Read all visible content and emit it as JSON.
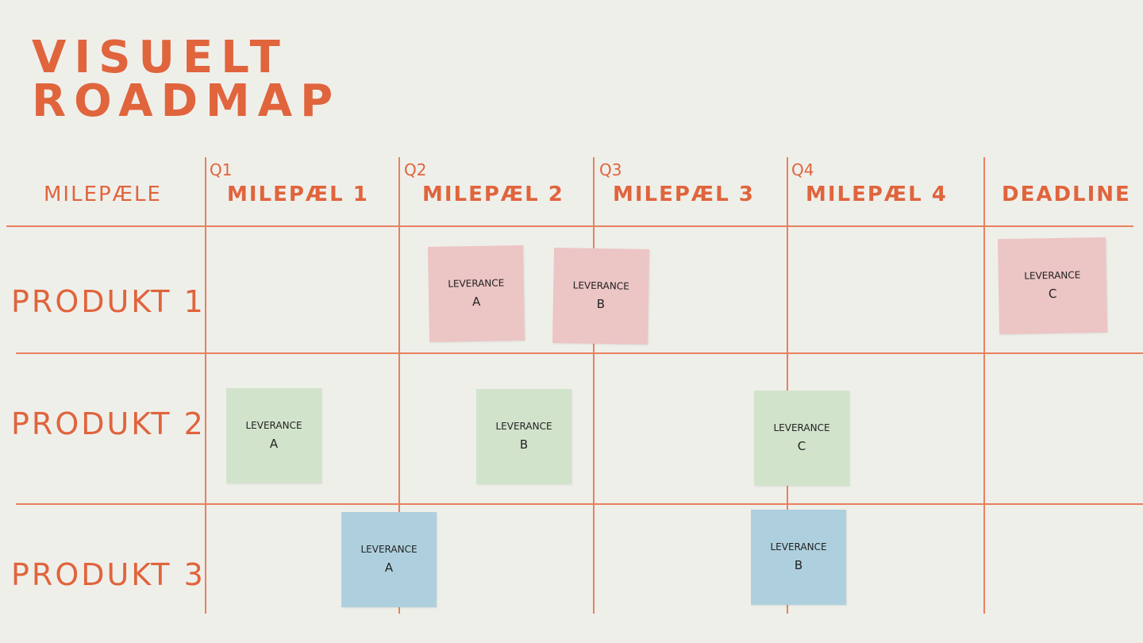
{
  "title": {
    "line1": "VISUELT",
    "line2": "ROADMAP"
  },
  "header": {
    "row_label": "MILEPÆLE",
    "columns": [
      {
        "quarter": "Q1",
        "label": "MILEPÆL 1"
      },
      {
        "quarter": "Q2",
        "label": "MILEPÆL 2"
      },
      {
        "quarter": "Q3",
        "label": "MILEPÆL 3"
      },
      {
        "quarter": "Q4",
        "label": "MILEPÆL 4"
      },
      {
        "quarter": "",
        "label": "DEADLINE"
      }
    ]
  },
  "rows": [
    "PRODUKT 1",
    "PRODUKT 2",
    "PRODUKT 3"
  ],
  "colors": {
    "line": "#e0643c",
    "product1_note": "#ecc5c5",
    "product2_note": "#d2e3cc",
    "product3_note": "#aed0de"
  },
  "notes": [
    {
      "text": "LEVERANCE",
      "letter": "A"
    },
    {
      "text": "LEVERANCE",
      "letter": "B"
    },
    {
      "text": "LEVERANCE",
      "letter": "C"
    },
    {
      "text": "LEVERANCE",
      "letter": "A"
    },
    {
      "text": "LEVERANCE",
      "letter": "B"
    },
    {
      "text": "LEVERANCE",
      "letter": "C"
    },
    {
      "text": "LEVERANCE",
      "letter": "A"
    },
    {
      "text": "LEVERANCE",
      "letter": "B"
    }
  ]
}
